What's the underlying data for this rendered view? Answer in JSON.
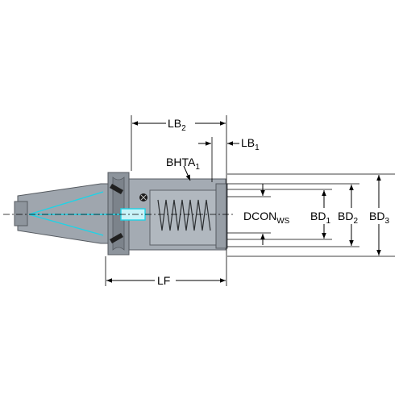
{
  "drawing": {
    "body_color": "#9fa6ae",
    "cyan_color": "#1fd3e6",
    "labels": {
      "lb2": "LB",
      "lb2_sub": "2",
      "lb1": "LB",
      "lb1_sub": "1",
      "bhta1": "BHTA",
      "bhta1_sub": "1",
      "dcon": "DCON",
      "dcon_sub": "WS",
      "bd1": "BD",
      "bd1_sub": "1",
      "bd2": "BD",
      "bd2_sub": "2",
      "bd3": "BD",
      "bd3_sub": "3",
      "lf": "LF"
    }
  }
}
